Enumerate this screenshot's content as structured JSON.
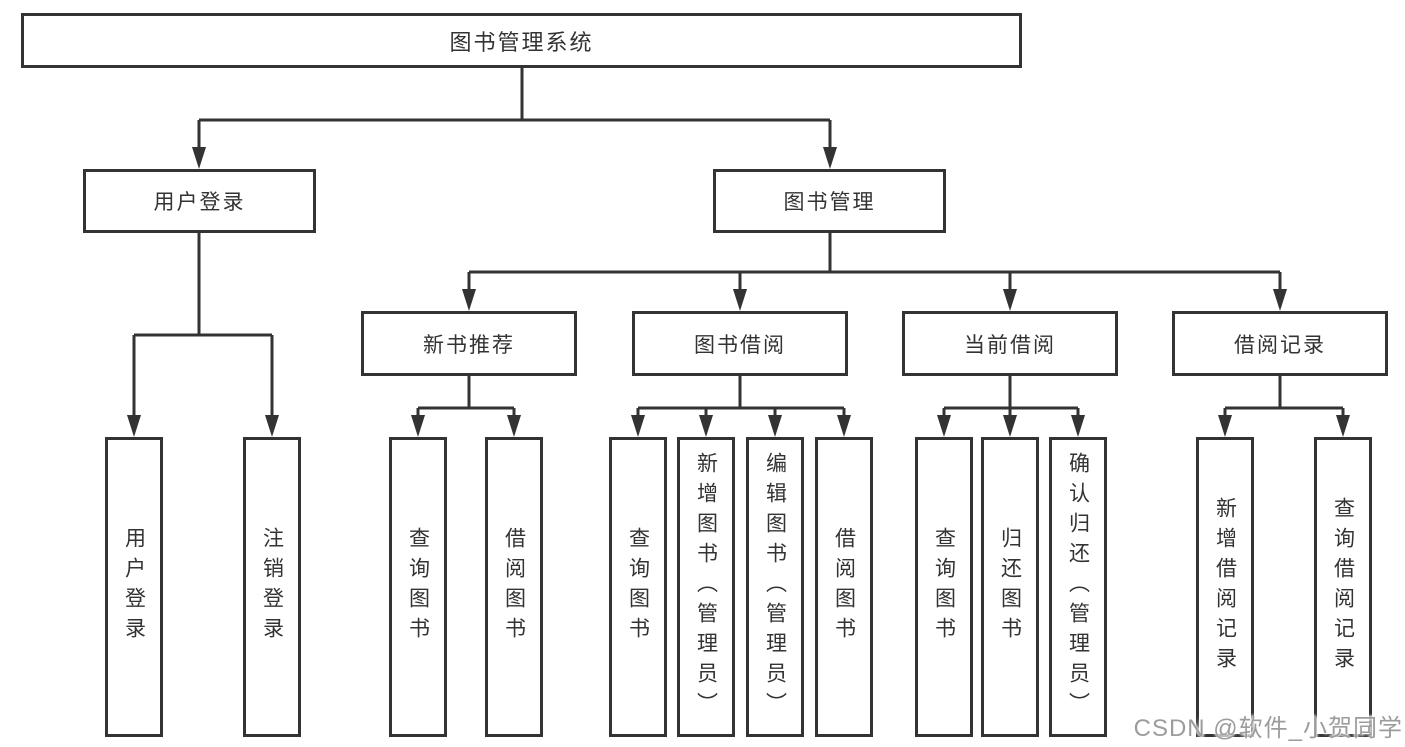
{
  "tree": {
    "root": {
      "label": "图书管理系统"
    },
    "children": [
      {
        "label": "用户登录",
        "children": [
          {
            "label": "用户登录"
          },
          {
            "label": "注销登录"
          }
        ]
      },
      {
        "label": "图书管理",
        "children": [
          {
            "label": "新书推荐",
            "children": [
              {
                "label": "查询图书"
              },
              {
                "label": "借阅图书"
              }
            ]
          },
          {
            "label": "图书借阅",
            "children": [
              {
                "label": "查询图书"
              },
              {
                "label": "新增图书（管理员）"
              },
              {
                "label": "编辑图书（管理员）"
              },
              {
                "label": "借阅图书"
              }
            ]
          },
          {
            "label": "当前借阅",
            "children": [
              {
                "label": "查询图书"
              },
              {
                "label": "归还图书"
              },
              {
                "label": "确认归还（管理员）"
              }
            ]
          },
          {
            "label": "借阅记录",
            "children": [
              {
                "label": "新增借阅记录"
              },
              {
                "label": "查询借阅记录"
              }
            ]
          }
        ]
      }
    ]
  },
  "watermark": {
    "text": "CSDN @软件_小贺同学",
    "color": "#9c9c9c"
  },
  "colors": {
    "line": "#333333",
    "text": "#333333",
    "background": "#ffffff"
  }
}
